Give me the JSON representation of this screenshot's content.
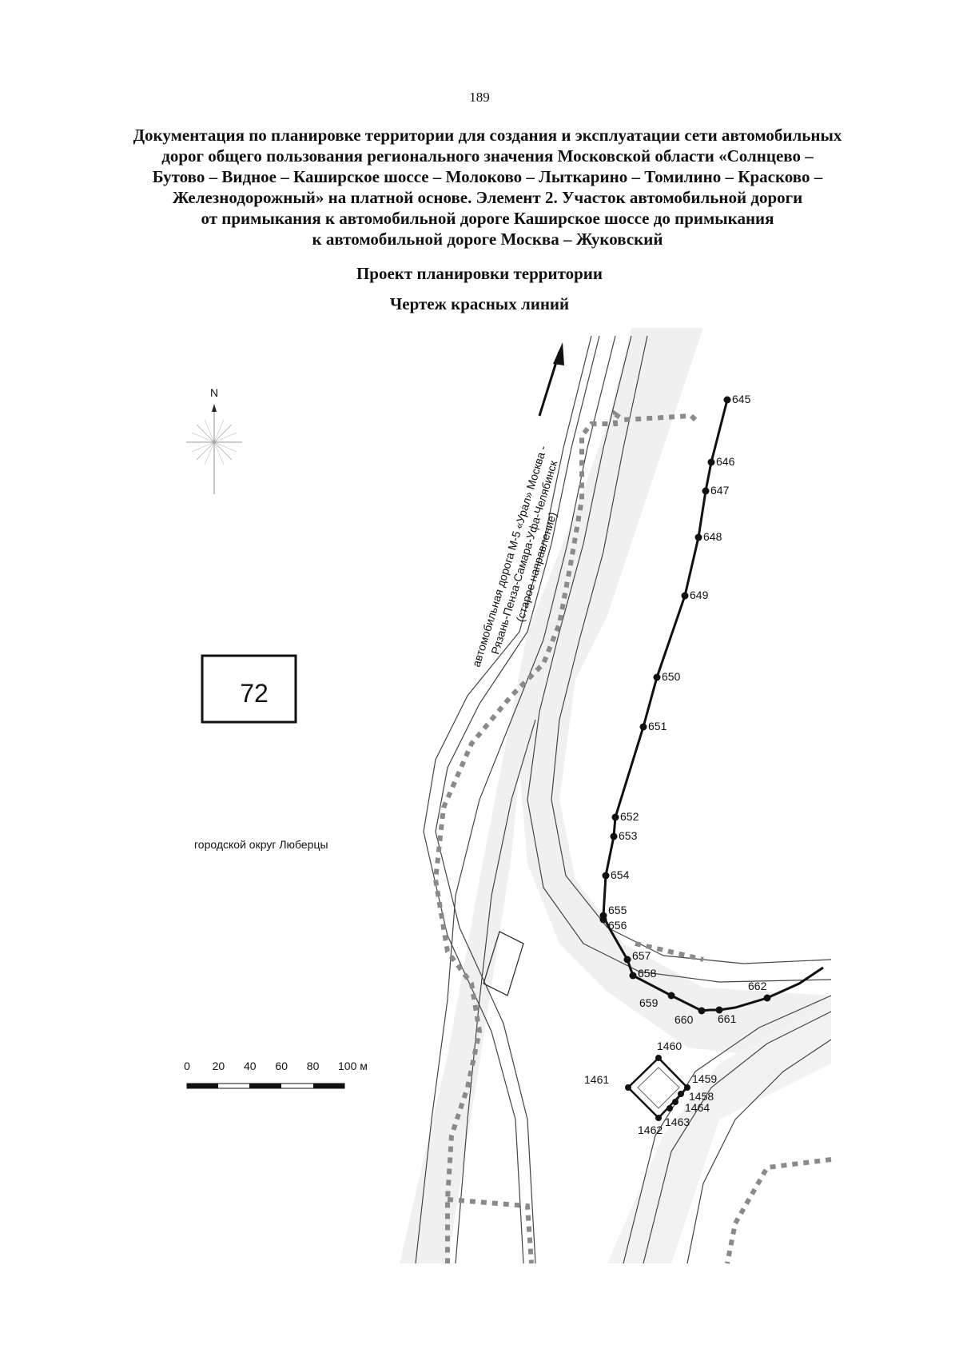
{
  "page_number": "189",
  "title_lines": [
    "Документация по планировке территории для создания и эксплуатации сети автомобильных",
    "дорог общего пользования регионального значения Московской области «Солнцево –",
    "Бутово – Видное – Каширское шоссе – Молоково – Лыткарино – Томилино – Красково –",
    "Железнодорожный» на платной основе. Элемент 2. Участок автомобильной дороги",
    "от примыкания к автомобильной дороге Каширское шоссе до примыкания",
    "к автомобильной дороге Москва – Жуковский"
  ],
  "subtitle_1": "Проект планировки территории",
  "subtitle_2": "Чертеж красных линий",
  "north_label": "N",
  "sheet_number": "72",
  "district_label": "городской округ Люберцы",
  "road_label_lines": [
    "автомобильная дорога М-5 «Урал» Москва -",
    "Рязань-Пенза-Самара-Уфа-Челябинск",
    "(старое направление)"
  ],
  "scale_bar": {
    "ticks": [
      "0",
      "20",
      "40",
      "60",
      "80",
      "100 м"
    ]
  },
  "red_line_points": [
    "645",
    "646",
    "647",
    "648",
    "649",
    "650",
    "651",
    "652",
    "653",
    "654",
    "655",
    "656",
    "657",
    "658",
    "659",
    "660",
    "661",
    "662"
  ],
  "parcel_points": [
    "1460",
    "1461",
    "1459",
    "1458",
    "1464",
    "1463",
    "1462"
  ],
  "colors": {
    "ink": "#111111",
    "boundary": "#8a8a8a",
    "road_fill": "#eeeeee"
  }
}
